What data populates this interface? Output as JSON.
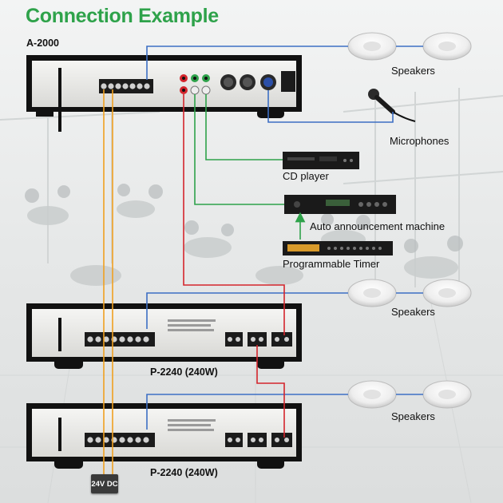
{
  "title": "Connection Example",
  "devices": {
    "main_amp": "A-2000",
    "power_amp_1": "P-2240 (240W)",
    "power_amp_2": "P-2240 (240W)"
  },
  "peripherals": {
    "speakers_1": "Speakers",
    "microphones": "Microphones",
    "cd_player": "CD player",
    "announcement": "Auto announcement machine",
    "timer": "Programmable Timer",
    "speakers_2": "Speakers",
    "speakers_3": "Speakers"
  },
  "power": {
    "label": "24V DC"
  },
  "colors": {
    "title_green": "#2ea24a",
    "wire_blue": "#3d6fc4",
    "wire_green": "#2ea24a",
    "wire_red": "#d4252c",
    "wire_orange": "#f0a020"
  },
  "icons": [
    "speaker-icon",
    "microphone-icon",
    "cd-player-icon",
    "announcement-machine-icon",
    "timer-icon",
    "amplifier-icon",
    "power-supply-icon"
  ]
}
